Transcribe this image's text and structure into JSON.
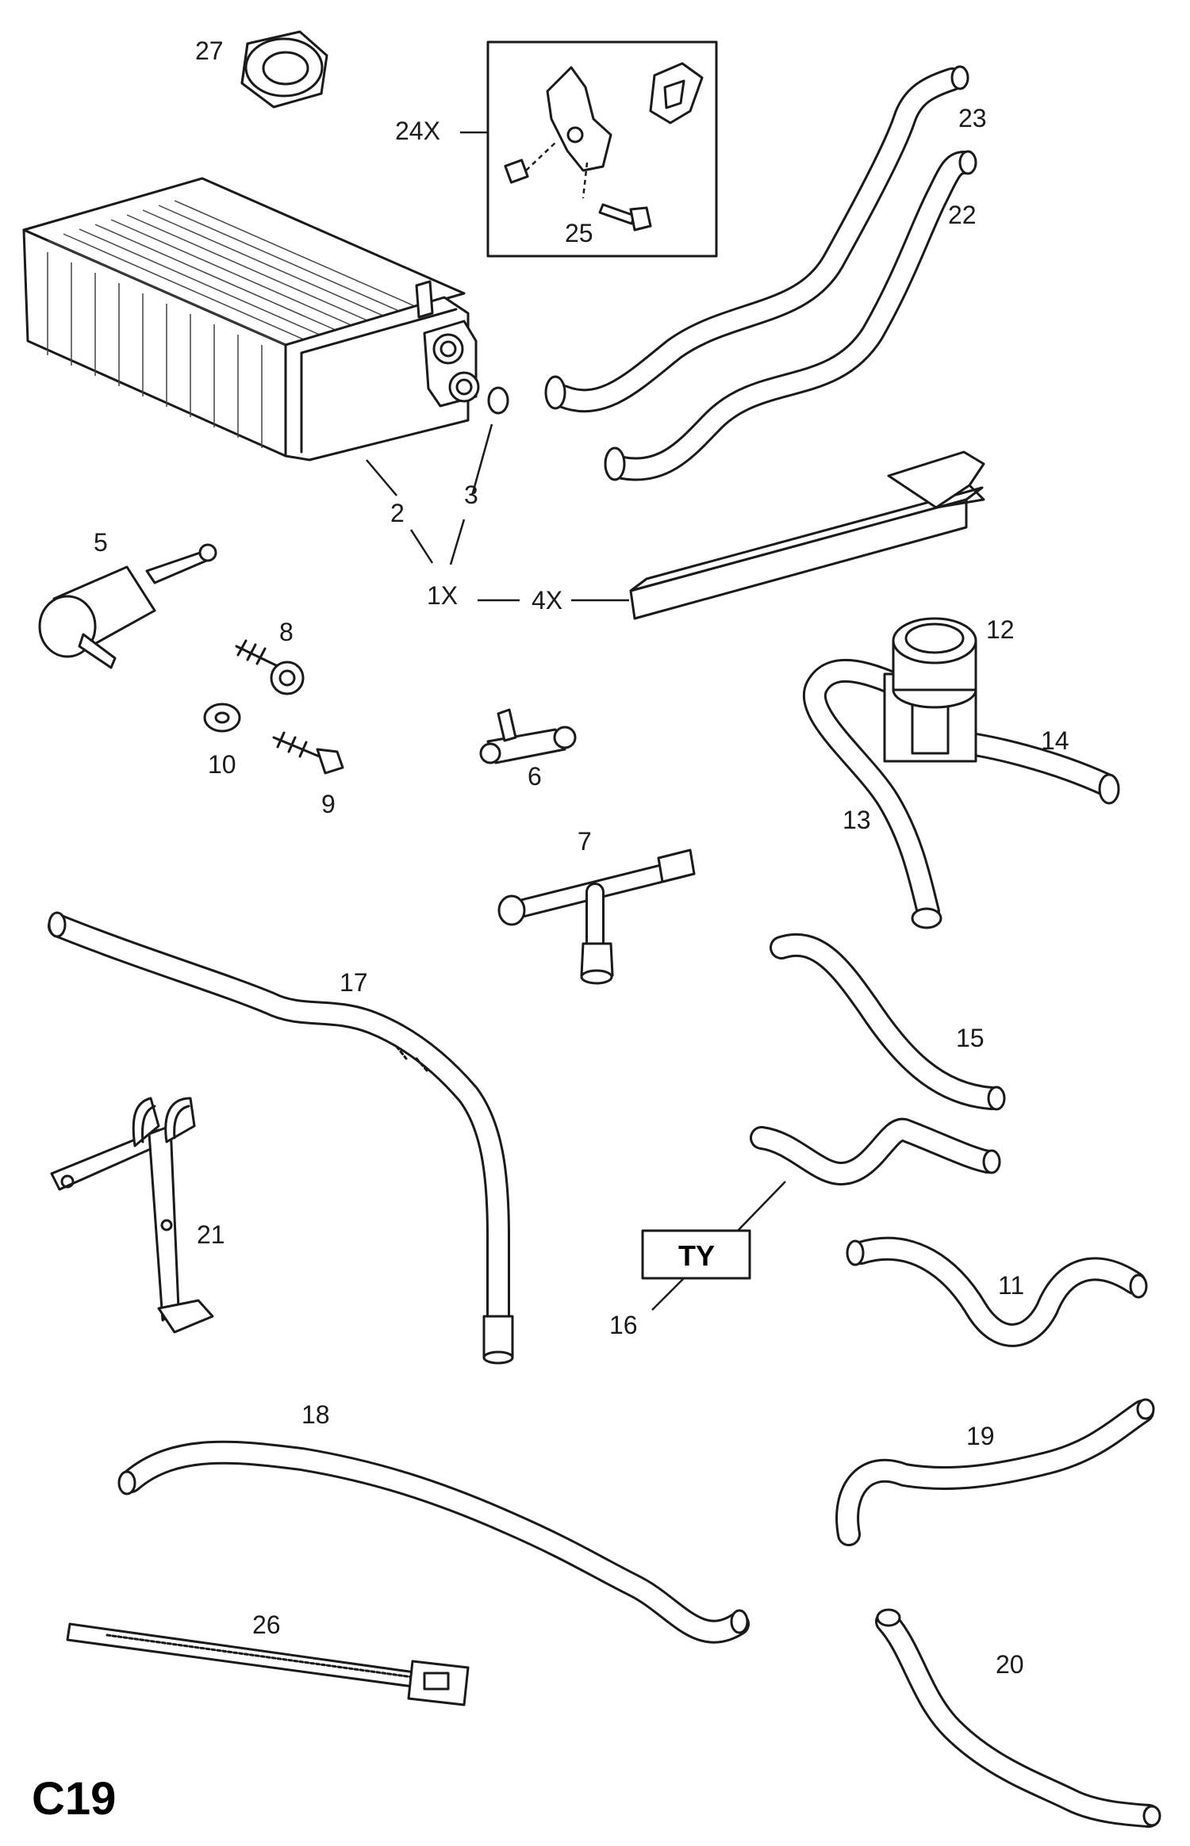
{
  "page_code": "C19",
  "labels": {
    "p1": "1X",
    "p2": "2",
    "p3": "3",
    "p4": "4X",
    "p5": "5",
    "p6": "6",
    "p7": "7",
    "p8": "8",
    "p9": "9",
    "p10": "10",
    "p11": "11",
    "p12": "12",
    "p13": "13",
    "p14": "14",
    "p15": "15",
    "p16": "16",
    "p17": "17",
    "p18": "18",
    "p19": "19",
    "p20": "20",
    "p21": "21",
    "p22": "22",
    "p23": "23",
    "p24": "24X",
    "p25": "25",
    "p26": "26",
    "p27": "27"
  },
  "box_label": "TY"
}
